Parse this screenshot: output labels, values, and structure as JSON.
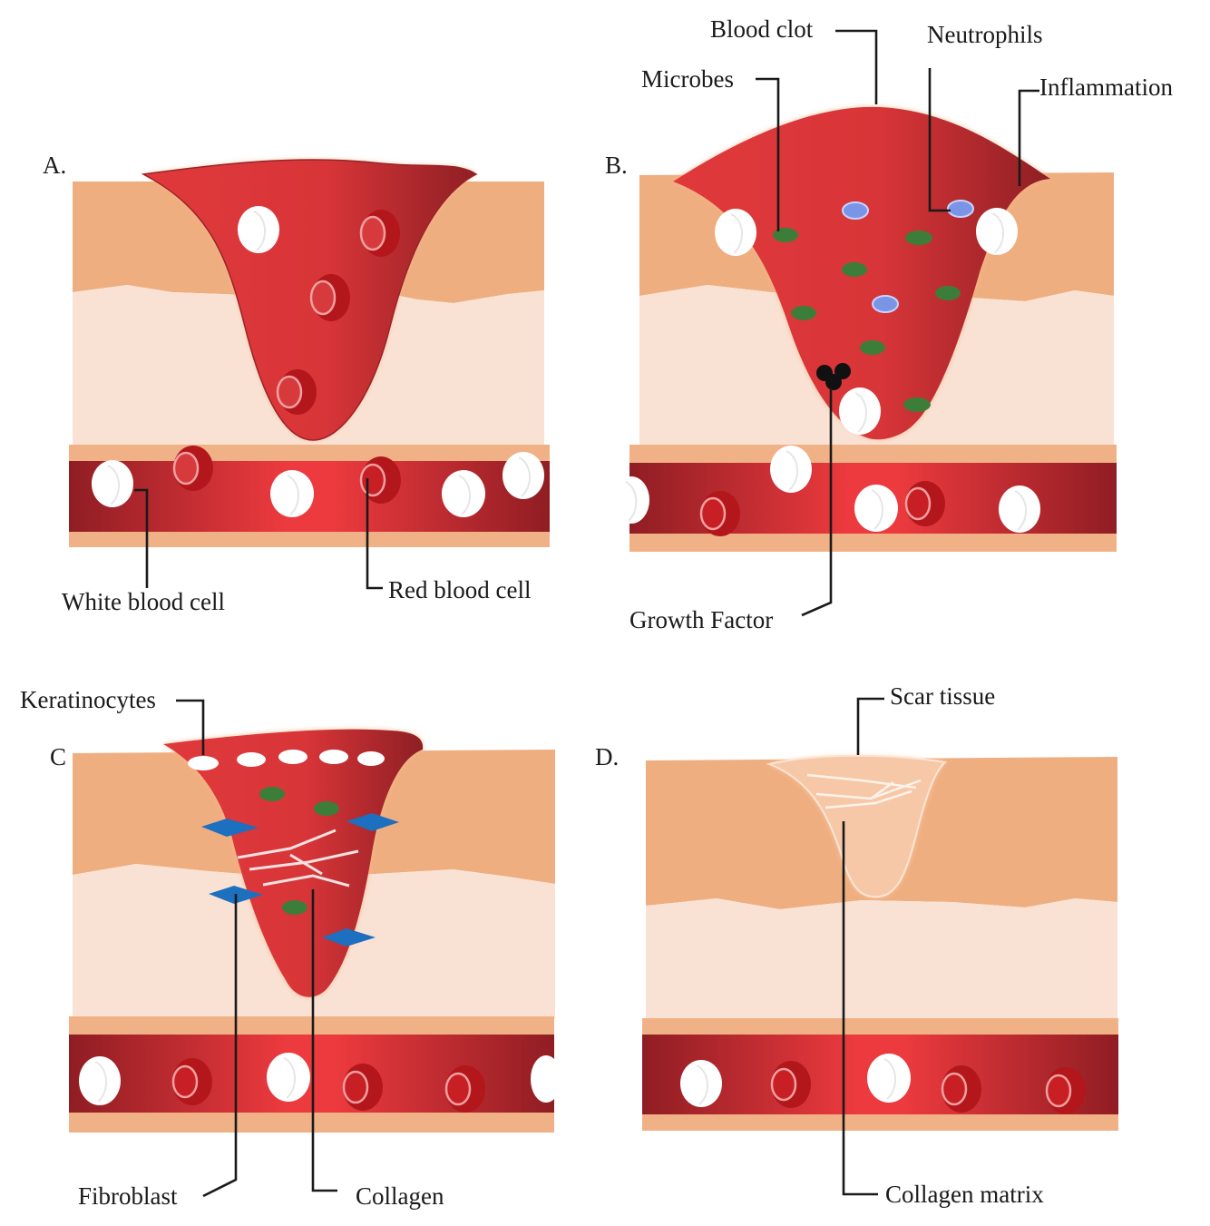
{
  "panels": {
    "a": {
      "letter": "A.",
      "labels": {
        "white_blood_cell": "White blood cell",
        "red_blood_cell": "Red blood cell"
      }
    },
    "b": {
      "letter": "B.",
      "labels": {
        "blood_clot": "Blood clot",
        "neutrophils": "Neutrophils",
        "microbes": "Microbes",
        "inflammation": "Inflammation",
        "growth_factor": "Growth Factor"
      }
    },
    "c": {
      "letter": "C",
      "labels": {
        "keratinocytes": "Keratinocytes",
        "fibroblast": "Fibroblast",
        "collagen": "Collagen"
      }
    },
    "d": {
      "letter": "D.",
      "labels": {
        "scar_tissue": "Scar tissue",
        "collagen_matrix": "Collagen matrix"
      }
    }
  },
  "colors": {
    "epidermis": "#efae80",
    "dermis": "#f9e2d4",
    "vessel_wall": "#f1b186",
    "blood": "#e2383c",
    "blood_dark": "#8f1d23",
    "clot": "#dc3b3e",
    "microbe": "#3d7d3a",
    "neutrophil": "#7a95e6",
    "fibroblast": "#1d6fbf",
    "scar": "#f6c8a8"
  }
}
